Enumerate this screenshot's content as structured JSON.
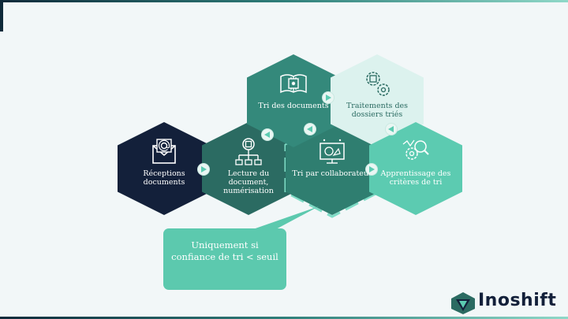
{
  "steps": [
    {
      "label": "Réceptions documents",
      "icon": "envelope-at-icon"
    },
    {
      "label": "Lecture du document, numérisation",
      "icon": "chip-flow-icon"
    },
    {
      "label": "Tri par collaborateur",
      "icon": "monitor-robot-icon"
    },
    {
      "label": "Tri des documents",
      "icon": "book-chip-icon"
    },
    {
      "label": "Traitements des dossiers triés",
      "icon": "robot-gears-icon"
    },
    {
      "label": "Apprentissage des critères de tri",
      "icon": "ai-gear-search-icon"
    }
  ],
  "callout": {
    "text": "Uniquement si confiance de tri < seuil"
  },
  "logo": {
    "text": "Inoshift"
  },
  "colors": {
    "dark": "#13203a",
    "dark_green": "#2b6b62",
    "mid_green": "#34897b",
    "light_green": "#5ccbb1",
    "pale": "#dcf2ee",
    "background": "#f2f7f8"
  }
}
